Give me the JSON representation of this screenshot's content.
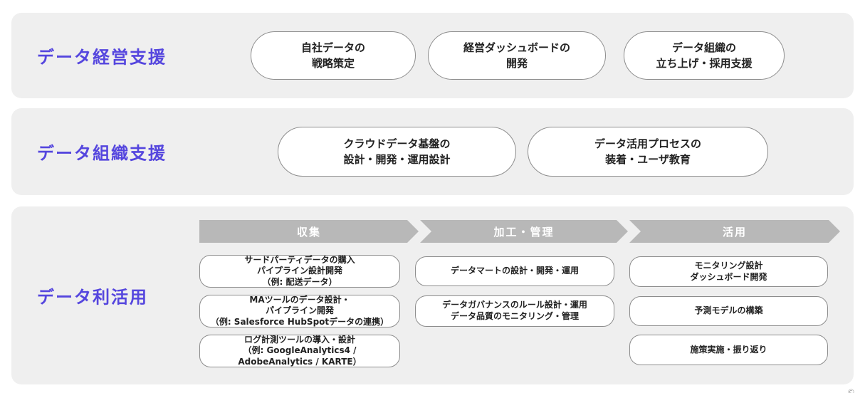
{
  "colors": {
    "accent": "#5546DE",
    "band_bg": "#EFEFEF",
    "arrow_bg": "#B8B8B8",
    "box_border": "#8D8D8D"
  },
  "watermark": "©",
  "sections": [
    {
      "label": "データ経営支援",
      "items": [
        {
          "text": "自社データの\n戦略策定"
        },
        {
          "text": "経営ダッシュボードの\n開発"
        },
        {
          "text": "データ組織の\n立ち上げ・採用支援"
        }
      ]
    },
    {
      "label": "データ組織支援",
      "items": [
        {
          "text": "クラウドデータ基盤の\n設計・開発・運用設計"
        },
        {
          "text": "データ活用プロセスの\n装着・ユーザ教育"
        }
      ]
    },
    {
      "label": "データ利活用",
      "flow": {
        "columns": [
          {
            "header": "収集",
            "items": [
              {
                "text": "サードパーティデータの購入\nパイプライン設計開発\n（例: 配送データ）"
              },
              {
                "text": "MAツールのデータ設計・\nパイプライン開発\n（例: Salesforce HubSpotデータの連携）"
              },
              {
                "text": "ログ計測ツールの導入・設計\n（例: GoogleAnalytics4 /\nAdobeAnalytics / KARTE）"
              }
            ]
          },
          {
            "header": "加工・管理",
            "items": [
              {
                "text": "データマートの設計・開発・運用"
              },
              {
                "text": "データガバナンスのルール設計・運用\nデータ品質のモニタリング・管理"
              }
            ]
          },
          {
            "header": "活用",
            "items": [
              {
                "text": "モニタリング設計\nダッシュボード開発"
              },
              {
                "text": "予測モデルの構築"
              },
              {
                "text": "施策実施・振り返り"
              }
            ]
          }
        ]
      }
    }
  ]
}
